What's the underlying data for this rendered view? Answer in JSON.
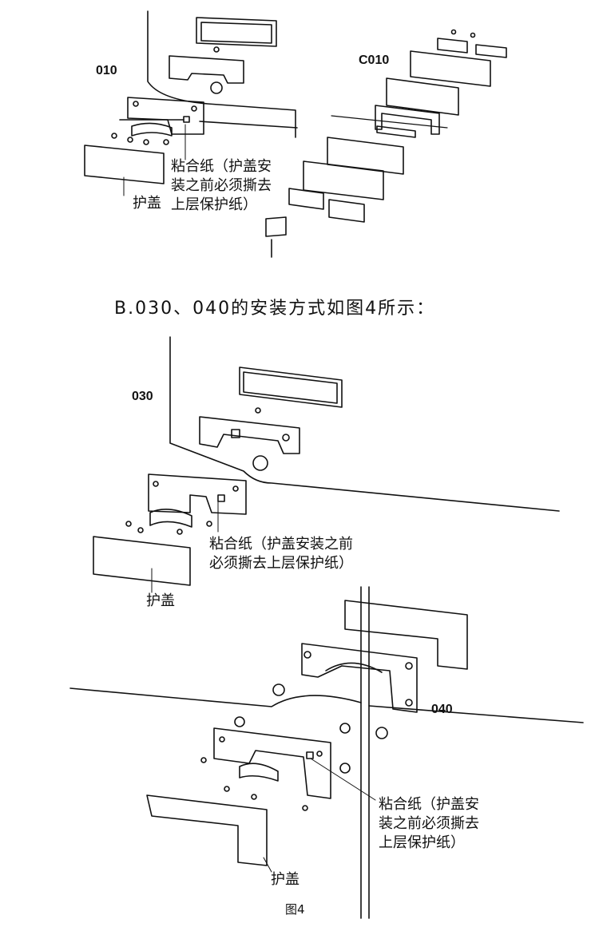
{
  "section_b": {
    "caption": "B.030、040的安装方式如图4所示："
  },
  "figure_010": {
    "model": "010",
    "adhesive_note_lines": [
      "粘合纸（护盖安",
      "装之前必须撕去",
      "上层保护纸）"
    ],
    "cover_label": "护盖"
  },
  "figure_c010": {
    "model": "C010"
  },
  "figure_030": {
    "model": "030",
    "adhesive_note_lines": [
      "粘合纸（护盖安装之前",
      "必须撕去上层保护纸）"
    ],
    "cover_label": "护盖"
  },
  "figure_040": {
    "model": "040",
    "adhesive_note_lines": [
      "粘合纸（护盖安",
      "装之前必须撕去",
      "上层保护纸）"
    ],
    "cover_label": "护盖"
  },
  "figure_caption": "图4"
}
